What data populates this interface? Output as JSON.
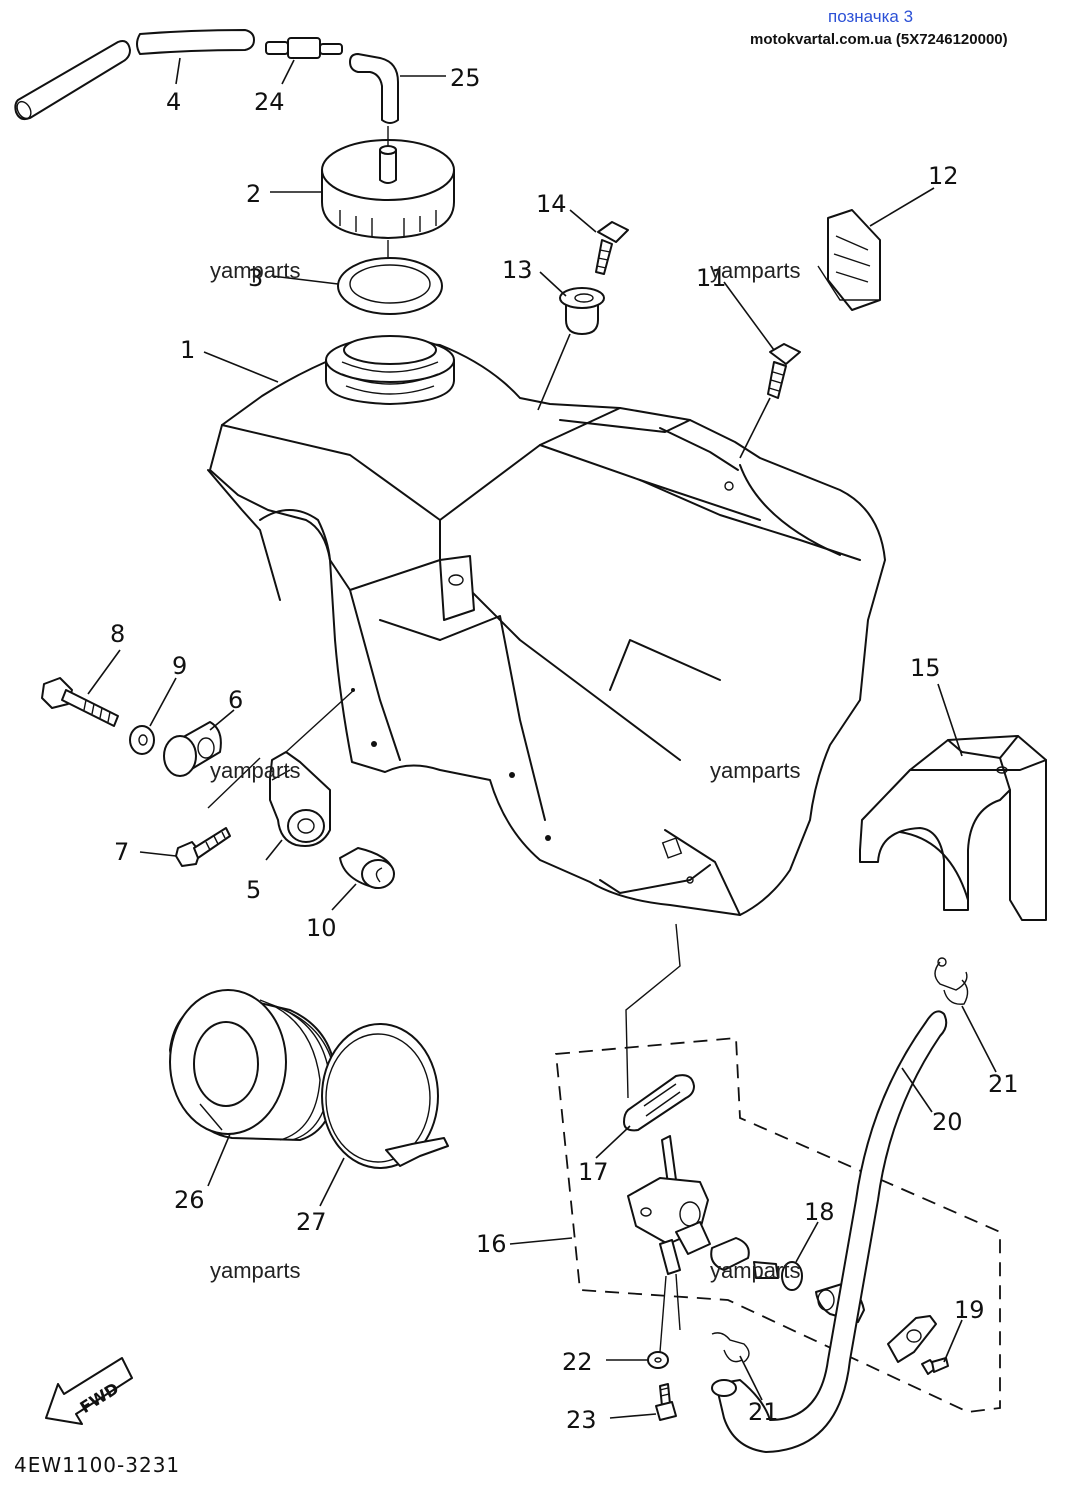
{
  "header": {
    "label": "позначка 3",
    "source": "motokvartal.com.ua (5X7246120000)"
  },
  "diagram_code": "4EW1100-3231",
  "direction_arrow": "FWD",
  "watermarks": [
    "yamparts",
    "yamparts",
    "yamparts",
    "yamparts",
    "yamparts",
    "yamparts"
  ],
  "callouts": [
    "1",
    "2",
    "3",
    "4",
    "5",
    "6",
    "7",
    "8",
    "9",
    "10",
    "11",
    "12",
    "13",
    "14",
    "15",
    "16",
    "17",
    "18",
    "19",
    "20",
    "21",
    "21",
    "22",
    "23",
    "24",
    "25",
    "26",
    "27"
  ]
}
